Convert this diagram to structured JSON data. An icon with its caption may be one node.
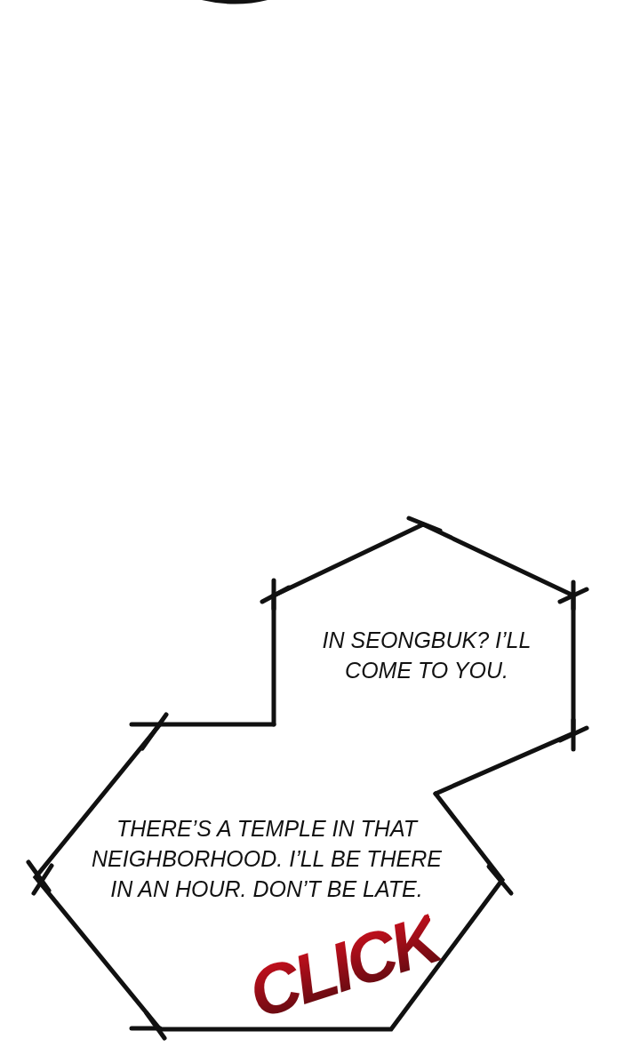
{
  "diagram": {
    "nodes": [
      {
        "text": [
          "IN SEONGBUK? I’LL COME TO YOU."
        ]
      },
      {
        "text": [
          "THERE’S A TEMPLE IN THAT NEIGHBORHOOD. I’LL BE THERE IN AN HOUR. DON’T BE LATE."
        ]
      }
    ],
    "labels": [
      "CLICK"
    ]
  }
}
